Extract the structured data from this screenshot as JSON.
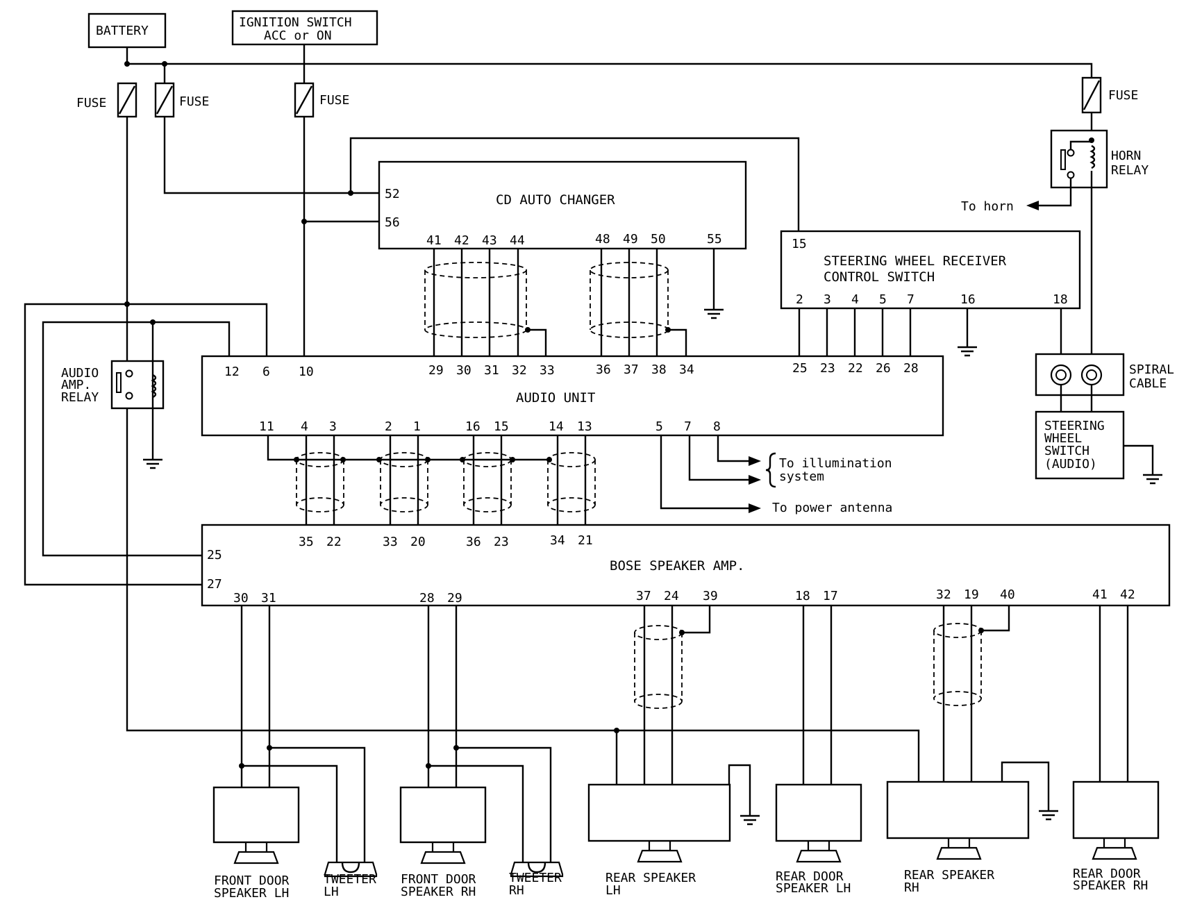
{
  "labels": {
    "battery": "BATTERY",
    "ignition_line1": "IGNITION SWITCH",
    "ignition_line2": "ACC or ON",
    "fuse": "FUSE",
    "horn_relay_line1": "HORN",
    "horn_relay_line2": "RELAY",
    "to_horn": "To horn",
    "cd_auto_changer": "CD AUTO CHANGER",
    "swrcs_line1": "STEERING WHEEL RECEIVER",
    "swrcs_line2": "CONTROL SWITCH",
    "spiral_line1": "SPIRAL",
    "spiral_line2": "CABLE",
    "sw_switch_line1": "STEERING",
    "sw_switch_line2": "WHEEL",
    "sw_switch_line3": "SWITCH",
    "sw_switch_line4": "(AUDIO)",
    "amp_relay_line1": "AUDIO",
    "amp_relay_line2": "AMP.",
    "amp_relay_line3": "RELAY",
    "audio_unit": "AUDIO UNIT",
    "to_illumination_line1": "To illumination",
    "to_illumination_line2": "system",
    "to_power_antenna": "To power antenna",
    "bose_amp": "BOSE SPEAKER AMP."
  },
  "speakers": {
    "front_lh_line1": "FRONT DOOR",
    "front_lh_line2": "SPEAKER LH",
    "tweeter_lh_line1": "TWEETER",
    "tweeter_lh_line2": "LH",
    "front_rh_line1": "FRONT DOOR",
    "front_rh_line2": "SPEAKER RH",
    "tweeter_rh_line1": "TWEETER",
    "tweeter_rh_line2": "RH",
    "rear_lh_line1": "REAR SPEAKER",
    "rear_lh_line2": "LH",
    "rear_door_lh_line1": "REAR DOOR",
    "rear_door_lh_line2": "SPEAKER LH",
    "rear_rh_line1": "REAR SPEAKER",
    "rear_rh_line2": "RH",
    "rear_door_rh_line1": "REAR DOOR",
    "rear_door_rh_line2": "SPEAKER RH"
  },
  "pins": {
    "cd_52": "52",
    "cd_56": "56",
    "cd_41": "41",
    "cd_42": "42",
    "cd_43": "43",
    "cd_44": "44",
    "cd_48": "48",
    "cd_49": "49",
    "cd_50": "50",
    "cd_55": "55",
    "sw_15": "15",
    "sw_2": "2",
    "sw_3": "3",
    "sw_4": "4",
    "sw_5": "5",
    "sw_7": "7",
    "sw_16": "16",
    "sw_18": "18",
    "au_12": "12",
    "au_6": "6",
    "au_10": "10",
    "au_29": "29",
    "au_30": "30",
    "au_31": "31",
    "au_32": "32",
    "au_33": "33",
    "au_36": "36",
    "au_37": "37",
    "au_38": "38",
    "au_34": "34",
    "au_25": "25",
    "au_23": "23",
    "au_22": "22",
    "au_26": "26",
    "au_28": "28",
    "au_11": "11",
    "au_4": "4",
    "au_3": "3",
    "au_2": "2",
    "au_1": "1",
    "au_16": "16",
    "au_15": "15",
    "au_14": "14",
    "au_13": "13",
    "au_5": "5",
    "au_7": "7",
    "au_8": "8",
    "amp_35": "35",
    "amp_22": "22",
    "amp_33": "33",
    "amp_20": "20",
    "amp_36": "36",
    "amp_23": "23",
    "amp_34": "34",
    "amp_21": "21",
    "amp_25": "25",
    "amp_27": "27",
    "amp_30": "30",
    "amp_31": "31",
    "amp_28": "28",
    "amp_29": "29",
    "amp_37": "37",
    "amp_24": "24",
    "amp_39": "39",
    "amp_18": "18",
    "amp_17": "17",
    "amp_32": "32",
    "amp_19": "19",
    "amp_40": "40",
    "amp_41": "41",
    "amp_42": "42"
  }
}
